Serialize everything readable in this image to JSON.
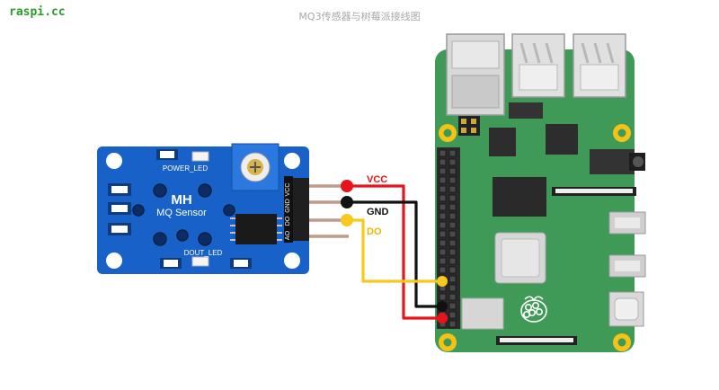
{
  "watermark": "raspi.cc",
  "title": "MQ3传感器与树莓派接线图",
  "sensor": {
    "brand": "MH",
    "name": "MQ Sensor",
    "power_led": "POWER_LED",
    "dout_led": "DOUT_LED",
    "pins": [
      "VCC",
      "GND",
      "DO",
      "AO"
    ]
  },
  "wires": [
    {
      "label": "VCC",
      "color": "#e8141c",
      "label_color": "#e8141c"
    },
    {
      "label": "GND",
      "color": "#111111",
      "label_color": "#111111"
    },
    {
      "label": "DO",
      "color": "#f7c81e",
      "label_color": "#e8b800"
    }
  ],
  "colors": {
    "pi_board": "#3f9a57",
    "sensor_board": "#1761c8",
    "gold": "#f4c315"
  },
  "icons": [
    "raspberry-logo-icon"
  ]
}
